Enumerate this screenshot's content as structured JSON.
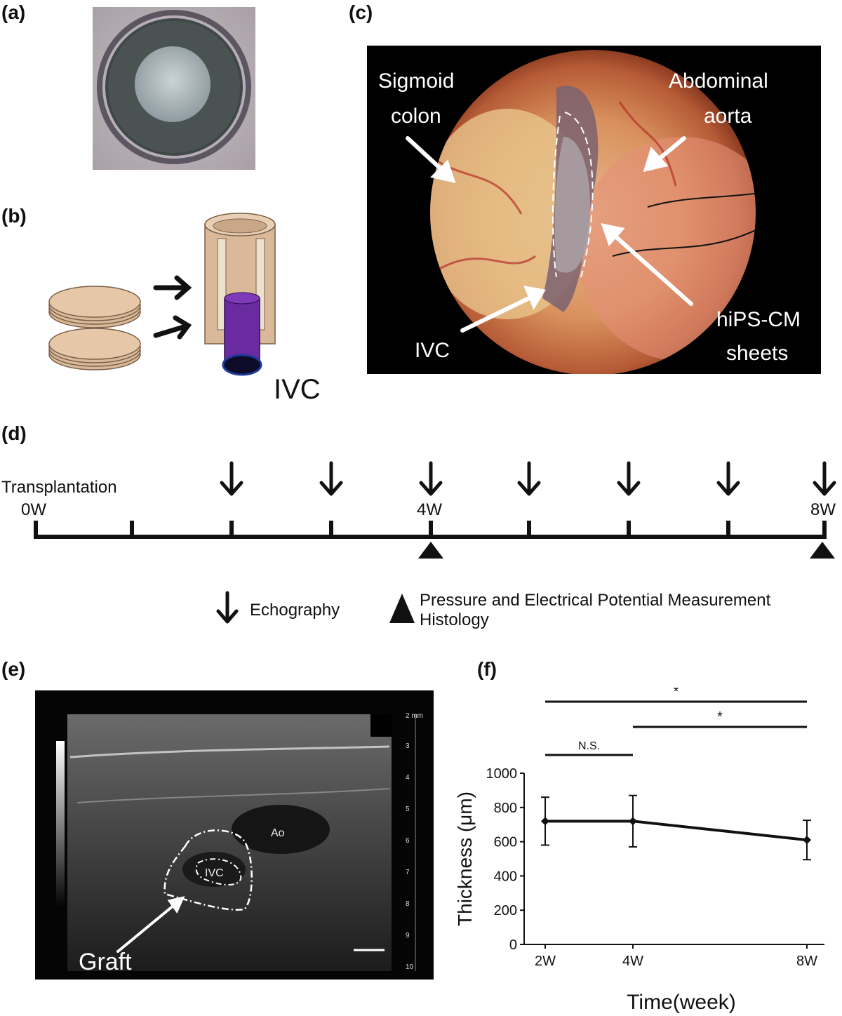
{
  "panels": {
    "a": "(a)",
    "b": "(b)",
    "c": "(c)",
    "d": "(d)",
    "e": "(e)",
    "f": "(f)"
  },
  "panel_b": {
    "ivc_label": "IVC"
  },
  "panel_c": {
    "sigmoid_line1": "Sigmoid",
    "sigmoid_line2": "colon",
    "aorta_line1": "Abdominal",
    "aorta_line2": "aorta",
    "ivc_label": "IVC",
    "sheets_line1": "hiPS-CM",
    "sheets_line2": "sheets"
  },
  "panel_d": {
    "start_label": "Transplantation",
    "tick_0": "0W",
    "tick_4": "4W",
    "tick_8": "8W",
    "legend_echo": "Echography",
    "legend_measure_line1": "Pressure and Electrical Potential Measurement",
    "legend_measure_line2": "Histology"
  },
  "panel_e": {
    "ao_label": "Ao",
    "ivc_label": "IVC",
    "graft_label": "Graft",
    "depth_unit": "2 mm",
    "depth_ticks": [
      "3",
      "4",
      "5",
      "6",
      "7",
      "8",
      "9",
      "10"
    ]
  },
  "chart_data": {
    "type": "line",
    "categories": [
      "2W",
      "4W",
      "8W"
    ],
    "values": [
      720,
      720,
      610
    ],
    "errors": [
      140,
      150,
      115
    ],
    "xlabel": "Time(week)",
    "ylabel": "Thickness (μm)",
    "ylim": [
      0,
      1000
    ],
    "yticks": [
      0,
      200,
      400,
      600,
      800,
      1000
    ],
    "significance": [
      {
        "from": "2W",
        "to": "4W",
        "label": "N.S."
      },
      {
        "from": "4W",
        "to": "8W",
        "label": "*"
      },
      {
        "from": "2W",
        "to": "8W",
        "label": "*"
      }
    ]
  }
}
